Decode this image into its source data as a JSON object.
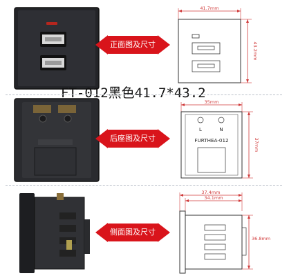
{
  "title": "FT-012黑色41.7*43.2",
  "front": {
    "label": "正面图及尺寸",
    "width_dim": "41.7mm",
    "height_dim": "43.2mm"
  },
  "back": {
    "label": "后座图及尺寸",
    "width_dim": "35mm",
    "height_dim": "37mm",
    "terminal_l": "L",
    "terminal_n": "N",
    "model": "FURTHEA-012"
  },
  "side": {
    "label": "侧面图及尺寸",
    "width_outer_dim": "37.4mm",
    "width_inner_dim": "34.1mm",
    "height_dim": "36.8mm"
  },
  "colors": {
    "accent": "#d9141b",
    "dim_line": "#d03a3a",
    "panel": "#2b2c30"
  }
}
